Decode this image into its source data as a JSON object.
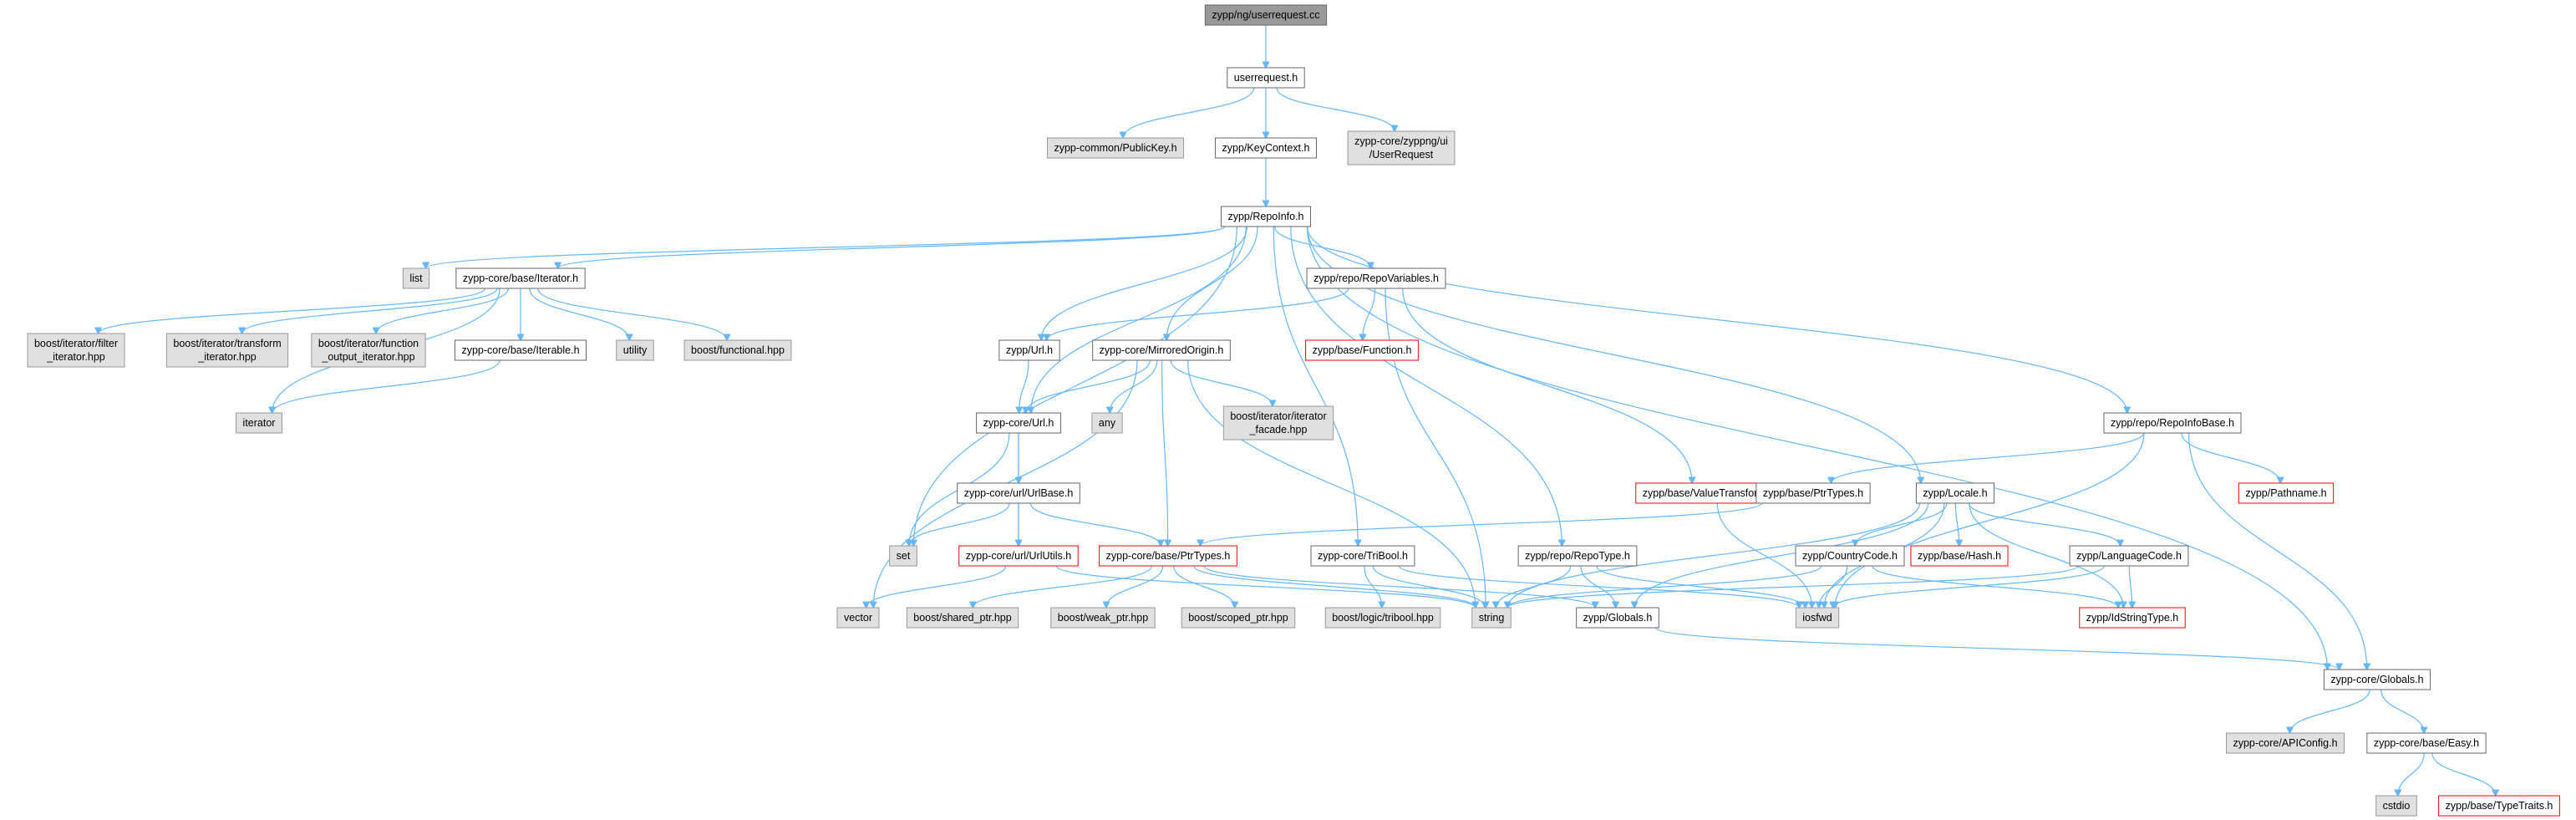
{
  "graph": {
    "colors": {
      "root_fill": "#999999",
      "root_stroke": "#666666",
      "header_fill": "#ffffff",
      "header_stroke": "#666666",
      "external_fill": "#e0e0e0",
      "external_stroke": "#999999",
      "truncated_stroke": "#ff0000",
      "edge": "#63b8ff"
    },
    "nodes": [
      {
        "id": "n0",
        "lines": [
          "zypp/ng/userrequest.cc"
        ],
        "kind": "root"
      },
      {
        "id": "n1",
        "lines": [
          "userrequest.h"
        ],
        "kind": "header"
      },
      {
        "id": "n2",
        "lines": [
          "zypp-common/PublicKey.h"
        ],
        "kind": "external"
      },
      {
        "id": "n3",
        "lines": [
          "zypp/KeyContext.h"
        ],
        "kind": "header"
      },
      {
        "id": "n4",
        "lines": [
          "zypp-core/zyppng/ui",
          "/UserRequest"
        ],
        "kind": "external"
      },
      {
        "id": "n5",
        "lines": [
          "zypp/RepoInfo.h"
        ],
        "kind": "header"
      },
      {
        "id": "n6",
        "lines": [
          "list"
        ],
        "kind": "external"
      },
      {
        "id": "n7",
        "lines": [
          "zypp-core/base/Iterator.h"
        ],
        "kind": "header"
      },
      {
        "id": "n8",
        "lines": [
          "zypp/repo/RepoVariables.h"
        ],
        "kind": "header"
      },
      {
        "id": "n9",
        "lines": [
          "boost/iterator/filter",
          "_iterator.hpp"
        ],
        "kind": "external"
      },
      {
        "id": "n10",
        "lines": [
          "boost/iterator/transform",
          "_iterator.hpp"
        ],
        "kind": "external"
      },
      {
        "id": "n11",
        "lines": [
          "boost/iterator/function",
          "_output_iterator.hpp"
        ],
        "kind": "external"
      },
      {
        "id": "n12",
        "lines": [
          "zypp-core/base/Iterable.h"
        ],
        "kind": "header"
      },
      {
        "id": "n13",
        "lines": [
          "utility"
        ],
        "kind": "external"
      },
      {
        "id": "n14",
        "lines": [
          "boost/functional.hpp"
        ],
        "kind": "external"
      },
      {
        "id": "n15",
        "lines": [
          "iterator"
        ],
        "kind": "external"
      },
      {
        "id": "n16",
        "lines": [
          "zypp/Url.h"
        ],
        "kind": "header"
      },
      {
        "id": "n17",
        "lines": [
          "zypp-core/MirroredOrigin.h"
        ],
        "kind": "header"
      },
      {
        "id": "n18",
        "lines": [
          "zypp/base/Function.h"
        ],
        "kind": "truncated"
      },
      {
        "id": "n19",
        "lines": [
          "zypp-core/Url.h"
        ],
        "kind": "header"
      },
      {
        "id": "n20",
        "lines": [
          "any"
        ],
        "kind": "external"
      },
      {
        "id": "n21",
        "lines": [
          "boost/iterator/iterator",
          "_facade.hpp"
        ],
        "kind": "external"
      },
      {
        "id": "n22",
        "lines": [
          "zypp/repo/RepoInfoBase.h"
        ],
        "kind": "header"
      },
      {
        "id": "n23",
        "lines": [
          "zypp-core/url/UrlBase.h"
        ],
        "kind": "header"
      },
      {
        "id": "n24",
        "lines": [
          "zypp/base/ValueTransform.h"
        ],
        "kind": "truncated"
      },
      {
        "id": "n25",
        "lines": [
          "zypp/base/PtrTypes.h"
        ],
        "kind": "header"
      },
      {
        "id": "n26",
        "lines": [
          "zypp/Locale.h"
        ],
        "kind": "header"
      },
      {
        "id": "n27",
        "lines": [
          "zypp/Pathname.h"
        ],
        "kind": "truncated"
      },
      {
        "id": "n28",
        "lines": [
          "set"
        ],
        "kind": "external"
      },
      {
        "id": "n29",
        "lines": [
          "zypp-core/url/UrlUtils.h"
        ],
        "kind": "truncated"
      },
      {
        "id": "n30",
        "lines": [
          "zypp-core/base/PtrTypes.h"
        ],
        "kind": "truncated"
      },
      {
        "id": "n31",
        "lines": [
          "zypp-core/TriBool.h"
        ],
        "kind": "header"
      },
      {
        "id": "n32",
        "lines": [
          "zypp/repo/RepoType.h"
        ],
        "kind": "header"
      },
      {
        "id": "n33",
        "lines": [
          "zypp/CountryCode.h"
        ],
        "kind": "header"
      },
      {
        "id": "n34",
        "lines": [
          "zypp/base/Hash.h"
        ],
        "kind": "truncated"
      },
      {
        "id": "n35",
        "lines": [
          "zypp/LanguageCode.h"
        ],
        "kind": "header"
      },
      {
        "id": "n36",
        "lines": [
          "vector"
        ],
        "kind": "external"
      },
      {
        "id": "n37",
        "lines": [
          "boost/shared_ptr.hpp"
        ],
        "kind": "external"
      },
      {
        "id": "n38",
        "lines": [
          "boost/weak_ptr.hpp"
        ],
        "kind": "external"
      },
      {
        "id": "n39",
        "lines": [
          "boost/scoped_ptr.hpp"
        ],
        "kind": "external"
      },
      {
        "id": "n40",
        "lines": [
          "boost/logic/tribool.hpp"
        ],
        "kind": "external"
      },
      {
        "id": "n41",
        "lines": [
          "string"
        ],
        "kind": "external"
      },
      {
        "id": "n42",
        "lines": [
          "zypp/Globals.h"
        ],
        "kind": "header"
      },
      {
        "id": "n43",
        "lines": [
          "iosfwd"
        ],
        "kind": "external"
      },
      {
        "id": "n44",
        "lines": [
          "zypp/IdStringType.h"
        ],
        "kind": "truncated"
      },
      {
        "id": "n45",
        "lines": [
          "zypp-core/Globals.h"
        ],
        "kind": "header"
      },
      {
        "id": "n46",
        "lines": [
          "zypp-core/APIConfig.h"
        ],
        "kind": "external"
      },
      {
        "id": "n47",
        "lines": [
          "zypp-core/base/Easy.h"
        ],
        "kind": "header"
      },
      {
        "id": "n48",
        "lines": [
          "cstdio"
        ],
        "kind": "external"
      },
      {
        "id": "n49",
        "lines": [
          "zypp/base/TypeTraits.h"
        ],
        "kind": "truncated"
      }
    ],
    "edges": [
      [
        "n0",
        "n1"
      ],
      [
        "n1",
        "n2"
      ],
      [
        "n1",
        "n3"
      ],
      [
        "n1",
        "n4"
      ],
      [
        "n3",
        "n5"
      ],
      [
        "n5",
        "n6"
      ],
      [
        "n5",
        "n7"
      ],
      [
        "n5",
        "n8"
      ],
      [
        "n5",
        "n16"
      ],
      [
        "n5",
        "n17"
      ],
      [
        "n5",
        "n19"
      ],
      [
        "n5",
        "n22"
      ],
      [
        "n5",
        "n26"
      ],
      [
        "n5",
        "n28"
      ],
      [
        "n5",
        "n31"
      ],
      [
        "n5",
        "n32"
      ],
      [
        "n5",
        "n45"
      ],
      [
        "n7",
        "n9"
      ],
      [
        "n7",
        "n10"
      ],
      [
        "n7",
        "n11"
      ],
      [
        "n7",
        "n12"
      ],
      [
        "n7",
        "n13"
      ],
      [
        "n7",
        "n14"
      ],
      [
        "n7",
        "n15"
      ],
      [
        "n12",
        "n15"
      ],
      [
        "n8",
        "n16"
      ],
      [
        "n8",
        "n18"
      ],
      [
        "n8",
        "n24"
      ],
      [
        "n8",
        "n41"
      ],
      [
        "n16",
        "n19"
      ],
      [
        "n17",
        "n19"
      ],
      [
        "n17",
        "n20"
      ],
      [
        "n17",
        "n21"
      ],
      [
        "n17",
        "n30"
      ],
      [
        "n17",
        "n36"
      ],
      [
        "n17",
        "n41"
      ],
      [
        "n19",
        "n23"
      ],
      [
        "n19",
        "n28"
      ],
      [
        "n19",
        "n29"
      ],
      [
        "n23",
        "n28"
      ],
      [
        "n23",
        "n29"
      ],
      [
        "n23",
        "n30"
      ],
      [
        "n29",
        "n36"
      ],
      [
        "n29",
        "n41"
      ],
      [
        "n30",
        "n37"
      ],
      [
        "n30",
        "n38"
      ],
      [
        "n30",
        "n39"
      ],
      [
        "n30",
        "n41"
      ],
      [
        "n30",
        "n42"
      ],
      [
        "n31",
        "n40"
      ],
      [
        "n31",
        "n41"
      ],
      [
        "n31",
        "n43"
      ],
      [
        "n22",
        "n25"
      ],
      [
        "n22",
        "n27"
      ],
      [
        "n22",
        "n43"
      ],
      [
        "n22",
        "n45"
      ],
      [
        "n24",
        "n43"
      ],
      [
        "n25",
        "n30"
      ],
      [
        "n26",
        "n33"
      ],
      [
        "n26",
        "n34"
      ],
      [
        "n26",
        "n35"
      ],
      [
        "n26",
        "n41"
      ],
      [
        "n26",
        "n42"
      ],
      [
        "n26",
        "n43"
      ],
      [
        "n26",
        "n44"
      ],
      [
        "n32",
        "n41"
      ],
      [
        "n32",
        "n42"
      ],
      [
        "n32",
        "n43"
      ],
      [
        "n33",
        "n41"
      ],
      [
        "n33",
        "n43"
      ],
      [
        "n33",
        "n44"
      ],
      [
        "n35",
        "n41"
      ],
      [
        "n35",
        "n43"
      ],
      [
        "n35",
        "n44"
      ],
      [
        "n42",
        "n45"
      ],
      [
        "n45",
        "n46"
      ],
      [
        "n45",
        "n47"
      ],
      [
        "n47",
        "n48"
      ],
      [
        "n47",
        "n49"
      ]
    ]
  }
}
